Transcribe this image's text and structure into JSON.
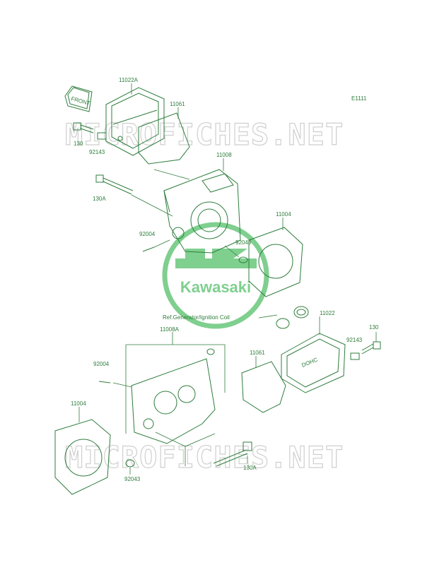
{
  "diagram_code": "E1111",
  "reference_note": "Ref.Generator/Ignition Coil",
  "direction_tag": "FRONT",
  "brand_logo_text": "Kawasaki",
  "watermark_text": "MICROFICHES.NET",
  "colors": {
    "line": "#2e7d3c",
    "logo": "#7fcf8f",
    "watermark": "#cfcfcf"
  },
  "part_labels": {
    "p11022A": "11022A",
    "p11061_top": "11061",
    "p130_top": "130",
    "p92143_top": "92143",
    "p11008": "11008",
    "p130A_top": "130A",
    "p11004_top": "11004",
    "p92004_top": "92004",
    "p92043_top": "92043",
    "p11022": "11022",
    "p130_bottom": "130",
    "p92143_bottom": "92143",
    "p11008A": "11008A",
    "p11061_bottom": "11061",
    "p92004_bottom": "92004",
    "p11004_bottom": "11004",
    "p130A_bottom": "130A",
    "p92043_bottom": "92043"
  }
}
